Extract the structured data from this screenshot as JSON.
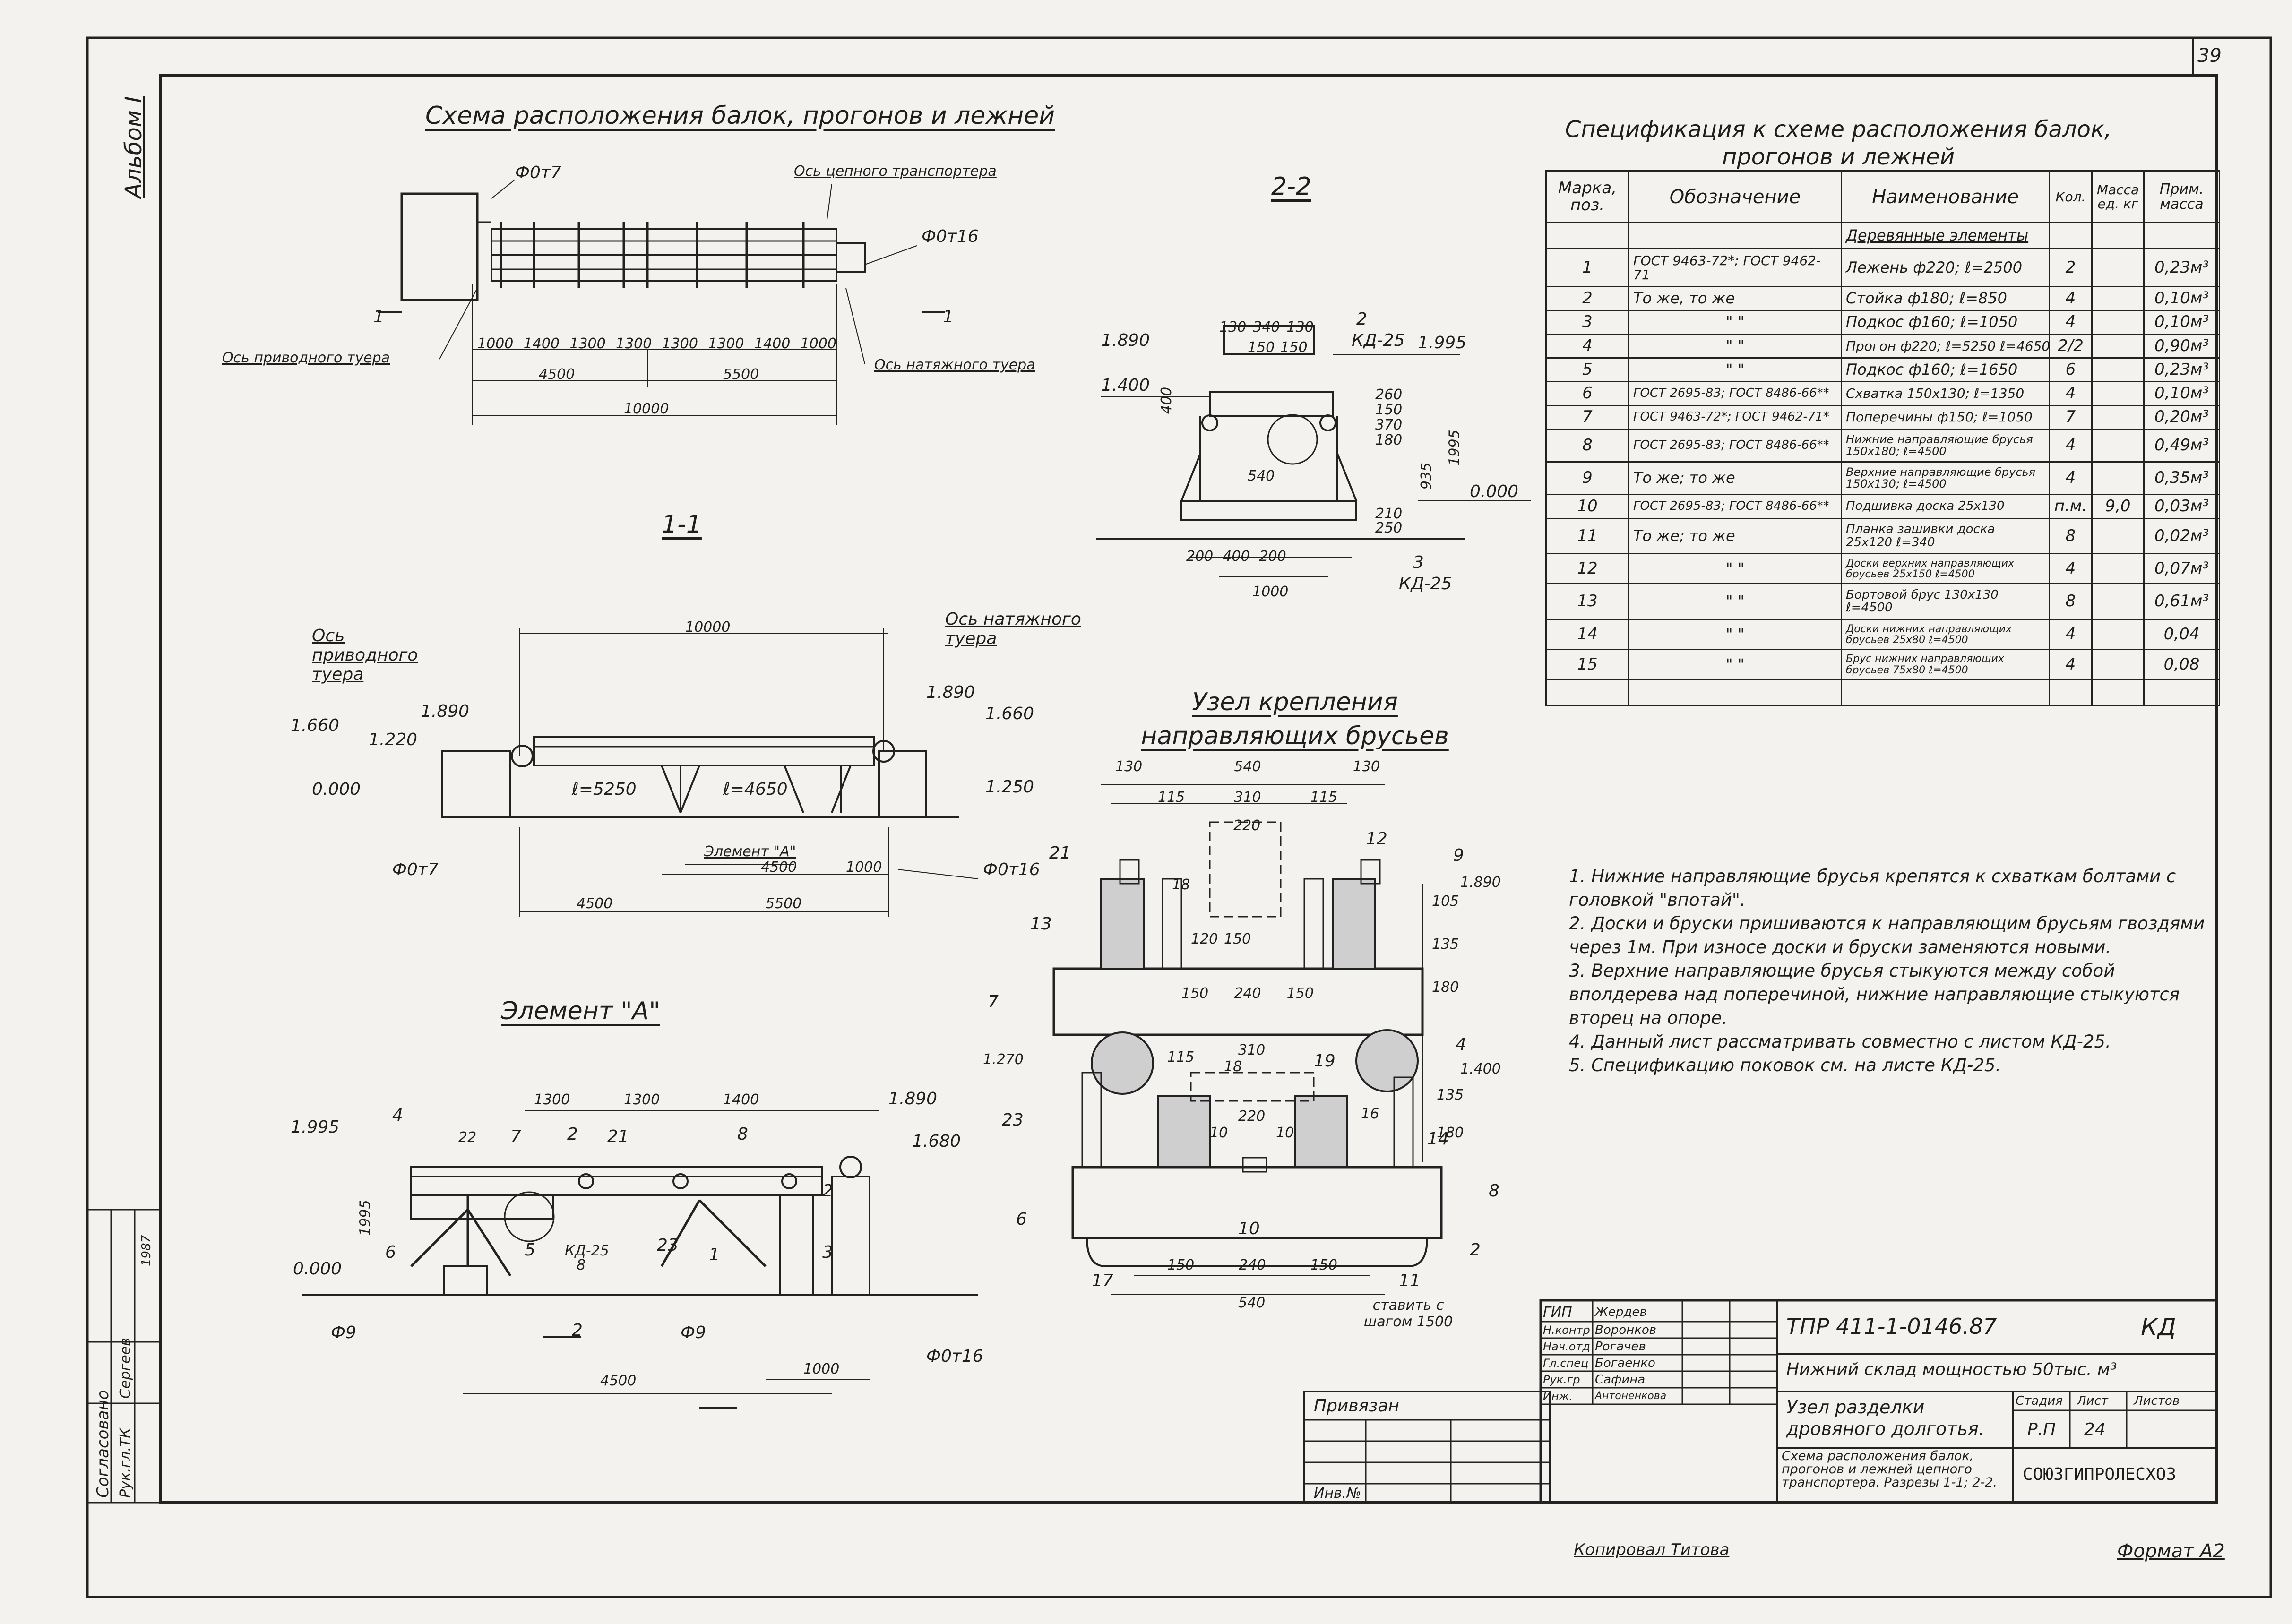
{
  "sheet": {
    "sheet_no": "39",
    "album": "Альбом I",
    "format": "Формат А2",
    "copier": "Копировал Титова"
  },
  "plan": {
    "title": "Схема расположения балок, прогонов и лежней",
    "labels": {
      "phi7": "Ф0т7",
      "phi16": "Ф0т16",
      "axis_chain": "Ось цепного транспортера",
      "axis_drive": "Ось приводного туера",
      "axis_tension": "Ось натяжного туера",
      "cut_mark": "1"
    },
    "dims_top": [
      "1000",
      "1400",
      "1300",
      "1300",
      "1300",
      "1300",
      "1400",
      "1000"
    ],
    "dims_mid": [
      "4500",
      "5500"
    ],
    "dim_total": "10000"
  },
  "section22": {
    "title": "2-2",
    "dims_top": [
      "130",
      "340",
      "130",
      "150",
      "150"
    ],
    "levels": [
      "1.890",
      "1.400",
      "1.995",
      "0.000"
    ],
    "side_dims": [
      "400",
      "260",
      "150",
      "370",
      "180",
      "540",
      "935",
      "1995",
      "210",
      "250"
    ],
    "bottom_dims": [
      "200",
      "400",
      "200",
      "1000"
    ],
    "refs": [
      "2",
      "КД-25",
      "3",
      "КД-25"
    ]
  },
  "section11": {
    "title": "1-1",
    "dim_total": "10000",
    "axis_drive": "Ось приводного туера",
    "axis_tension": "Ось натяжного туера",
    "levels": [
      "1.660",
      "1.220",
      "1.890",
      "0.000",
      "1.890",
      "1.660",
      "1.250"
    ],
    "lengths": [
      "ℓ=5250",
      "ℓ=4650"
    ],
    "element_ref": "Элемент \"А\"",
    "phi7": "Ф0т7",
    "phi16": "Ф0т16",
    "dims_bottom": [
      "4500",
      "5500",
      "4500",
      "1000"
    ]
  },
  "elementA": {
    "title": "Элемент \"А\"",
    "dims_top": [
      "1300",
      "1300",
      "1400"
    ],
    "levels": [
      "1.995",
      "1.890",
      "1.680",
      "0.000"
    ],
    "marks": [
      "4",
      "22",
      "7",
      "2",
      "21",
      "8",
      "6",
      "5",
      "КД-25",
      "8",
      "23",
      "1",
      "2",
      "3",
      "1995"
    ],
    "phi9a": "Ф9",
    "phi9b": "Ф9",
    "phi16": "Ф0т16",
    "dims_bottom": [
      "4500",
      "1000"
    ],
    "cut": "2"
  },
  "node": {
    "title": "Узел крепления направляющих брусьев",
    "dims_top": [
      "130",
      "540",
      "130",
      "115",
      "310",
      "115",
      "220"
    ],
    "dims_mid": [
      "150",
      "240",
      "150",
      "310",
      "115",
      "18",
      "220",
      "10",
      "10"
    ],
    "dims_side": [
      "1.890",
      "105",
      "135",
      "180",
      "1.400",
      "135",
      "180",
      "1.270",
      "120",
      "150"
    ],
    "dims_bottom": [
      "150",
      "240",
      "150",
      "540"
    ],
    "marks": [
      "21",
      "18",
      "12",
      "9",
      "13",
      "7",
      "4",
      "23",
      "19",
      "14",
      "6",
      "10",
      "17",
      "11",
      "2",
      "8",
      "16"
    ],
    "note": "ставить с шагом 1500"
  },
  "spec": {
    "title": "Спецификация к схеме расположения балок, прогонов и лежней",
    "headers": {
      "mark": "Марка, поз.",
      "designation": "Обозначение",
      "name": "Наименование",
      "qty": "Кол.",
      "mass": "Масса ед. кг",
      "note": "Прим. масса"
    },
    "group": "Деревянные элементы",
    "rows": [
      {
        "pos": "1",
        "des": "ГОСТ 9463-72*; ГОСТ 9462-71",
        "name": "Лежень ф220; ℓ=2500",
        "qty": "2",
        "mass": "",
        "note": "0,23м³"
      },
      {
        "pos": "2",
        "des": "То же, то же",
        "name": "Стойка ф180; ℓ=850",
        "qty": "4",
        "mass": "",
        "note": "0,10м³"
      },
      {
        "pos": "3",
        "des": "\"  \"",
        "name": "Подкос ф160; ℓ=1050",
        "qty": "4",
        "mass": "",
        "note": "0,10м³"
      },
      {
        "pos": "4",
        "des": "\"  \"",
        "name": "Прогон ф220; ℓ=5250 ℓ=4650",
        "qty": "2/2",
        "mass": "",
        "note": "0,90м³"
      },
      {
        "pos": "5",
        "des": "\"  \"",
        "name": "Подкос ф160; ℓ=1650",
        "qty": "6",
        "mass": "",
        "note": "0,23м³"
      },
      {
        "pos": "6",
        "des": "ГОСТ 2695-83; ГОСТ 8486-66**",
        "name": "Схватка 150х130; ℓ=1350",
        "qty": "4",
        "mass": "",
        "note": "0,10м³"
      },
      {
        "pos": "7",
        "des": "ГОСТ 9463-72*; ГОСТ 9462-71*",
        "name": "Поперечины ф150; ℓ=1050",
        "qty": "7",
        "mass": "",
        "note": "0,20м³"
      },
      {
        "pos": "8",
        "des": "ГОСТ 2695-83; ГОСТ 8486-66**",
        "name": "Нижние направляющие брусья 150х180; ℓ=4500",
        "qty": "4",
        "mass": "",
        "note": "0,49м³"
      },
      {
        "pos": "9",
        "des": "То же; то же",
        "name": "Верхние направляющие брусья 150х130; ℓ=4500",
        "qty": "4",
        "mass": "",
        "note": "0,35м³"
      },
      {
        "pos": "10",
        "des": "ГОСТ 2695-83; ГОСТ 8486-66**",
        "name": "Подшивка доска 25х130",
        "qty": "п.м.",
        "mass": "9,0",
        "note": "0,03м³"
      },
      {
        "pos": "11",
        "des": "То же; то же",
        "name": "Планка зашивки доска 25х120 ℓ=340",
        "qty": "8",
        "mass": "",
        "note": "0,02м³"
      },
      {
        "pos": "12",
        "des": "\"  \"",
        "name": "Доски верхних направляющих брусьев 25х150 ℓ=4500",
        "qty": "4",
        "mass": "",
        "note": "0,07м³"
      },
      {
        "pos": "13",
        "des": "\"  \"",
        "name": "Бортовой брус 130х130 ℓ=4500",
        "qty": "8",
        "mass": "",
        "note": "0,61м³"
      },
      {
        "pos": "14",
        "des": "\"  \"",
        "name": "Доски нижних направляющих брусьев 25х80 ℓ=4500",
        "qty": "4",
        "mass": "",
        "note": "0,04"
      },
      {
        "pos": "15",
        "des": "\"  \"",
        "name": "Брус нижних направляющих брусьев 75х80 ℓ=4500",
        "qty": "4",
        "mass": "",
        "note": "0,08"
      }
    ]
  },
  "notes": [
    "1. Нижние направляющие брусья крепятся к схваткам болтами с головкой \"впотай\".",
    "2. Доски и бруски пришиваются к направляющим брусьям гвоздями через 1м. При износе доски и бруски заменяются новыми.",
    "3. Верхние направляющие брусья стыкуются между собой вполдерева над поперечиной, нижние направляющие стыкуются вторец на опоре.",
    "4. Данный лист рассматривать совместно с листом КД-25.",
    "5. Спецификацию поковок см. на листе КД-25."
  ],
  "title_block": {
    "code": "ТПР 411-1-0146.87",
    "mark": "КД",
    "project": "Нижний склад мощностью 50тыс. м³",
    "node_title": "Узел разделки дровяного долготья.",
    "sheet_title": "Схема расположения балок, прогонов и лежней цепного транспортера. Разрезы 1-1; 2-2.",
    "org": "СОЮЗГИПРОЛЕСХОЗ",
    "stage_h": "Стадия",
    "sheet_h": "Лист",
    "sheets_h": "Листов",
    "stage": "Р.П",
    "sheet": "24",
    "sheets": "",
    "privyazan": "Привязан",
    "inv": "Инв.№",
    "staff": [
      {
        "role": "ГИП",
        "name": "Жердев"
      },
      {
        "role": "Н.контр",
        "name": "Воронков"
      },
      {
        "role": "Нач.отд",
        "name": "Рогачев"
      },
      {
        "role": "Гл.спец",
        "name": "Богаенко"
      },
      {
        "role": "Рук.гр",
        "name": "Сафина"
      },
      {
        "role": "Инж.",
        "name": "Антоненкова"
      }
    ]
  },
  "left_margin": {
    "agreed": "Согласовано",
    "top_label": "Рук.гл.ТК",
    "name": "Сергеев",
    "year": "1987"
  }
}
